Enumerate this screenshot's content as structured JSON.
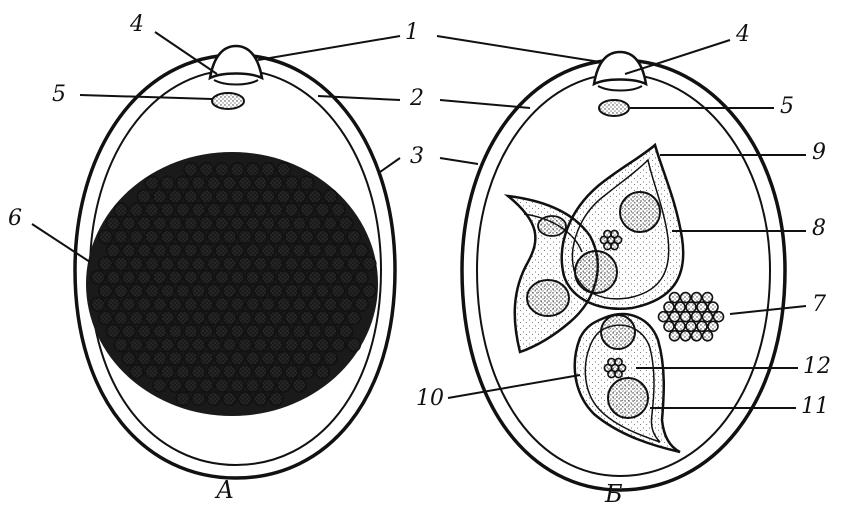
{
  "figure": {
    "panels": [
      {
        "id": "A",
        "caption": "А"
      },
      {
        "id": "B",
        "caption": "Б"
      }
    ],
    "labels": {
      "l1": "1",
      "l2": "2",
      "l3": "3",
      "l4a": "4",
      "l4b": "4",
      "l5a": "5",
      "l5b": "5",
      "l6": "6",
      "l7": "7",
      "l8": "8",
      "l9": "9",
      "l10": "10",
      "l11": "11",
      "l12": "12"
    }
  }
}
